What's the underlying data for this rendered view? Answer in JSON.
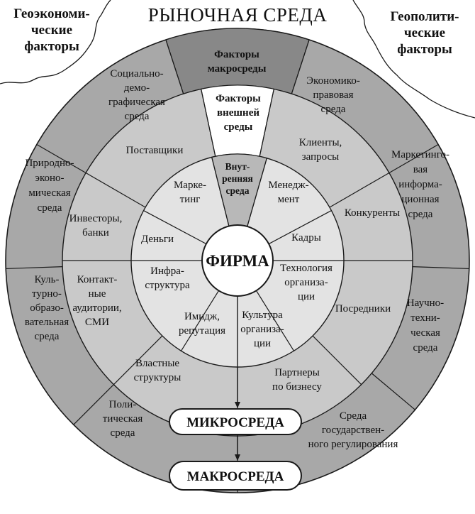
{
  "title": "РЫНОЧНАЯ СРЕДА",
  "corner_left": [
    "Геоэкономи-",
    "ческие",
    "факторы"
  ],
  "corner_right": [
    "Геополити-",
    "ческие",
    "факторы"
  ],
  "center": "ФИРМА",
  "internal_ring": {
    "title": [
      "Внут-",
      "ренняя",
      "среда"
    ],
    "items": [
      [
        "Марке-",
        "тинг"
      ],
      [
        "Менедж-",
        "мент"
      ],
      [
        "Кадры"
      ],
      [
        "Технология",
        "организа-",
        "ции"
      ],
      [
        "Культура",
        "организа-",
        "ции"
      ],
      [
        "Имидж,",
        "репутация"
      ],
      [
        "Инфра-",
        "структура"
      ],
      [
        "Деньги"
      ]
    ]
  },
  "micro_ring": {
    "title": [
      "Факторы",
      "внешней",
      "среды"
    ],
    "items": [
      [
        "Поставщики"
      ],
      [
        "Клиенты,",
        "запросы"
      ],
      [
        "Конкуренты"
      ],
      [
        "Посредники"
      ],
      [
        "Партнеры",
        "по бизнесу"
      ],
      [
        "Властные",
        "структуры"
      ],
      [
        "Контакт-",
        "ные",
        "аудитории,",
        "СМИ"
      ],
      [
        "Инвесторы,",
        "банки"
      ]
    ]
  },
  "macro_ring": {
    "title": [
      "Факторы",
      "макросреды"
    ],
    "items": [
      [
        "Социально-",
        "демо-",
        "графическая",
        "среда"
      ],
      [
        "Экономико-",
        "правовая",
        "среда"
      ],
      [
        "Маркетинго-",
        "вая",
        "информа-",
        "ционная",
        "среда"
      ],
      [
        "Научно-",
        "техни-",
        "ческая",
        "среда"
      ],
      [
        "Среда",
        "государствен-",
        "ного регулирования"
      ],
      [
        "Поли-",
        "тическая",
        "среда"
      ],
      [
        "Куль-",
        "турно-",
        "образо-",
        "вательная",
        "среда"
      ],
      [
        "Природно-",
        "эконо-",
        "мическая",
        "среда"
      ]
    ]
  },
  "microenvironment_label": "МИКРОСРЕДА",
  "macroenvironment_label": "МАКРОСРЕДА",
  "colors": {
    "outer_ring": "#a8a8a8",
    "micro_ring": "#c9c9c9",
    "inner_ring": "#e3e3e3",
    "center": "#ffffff",
    "stroke": "#1a1a1a"
  }
}
